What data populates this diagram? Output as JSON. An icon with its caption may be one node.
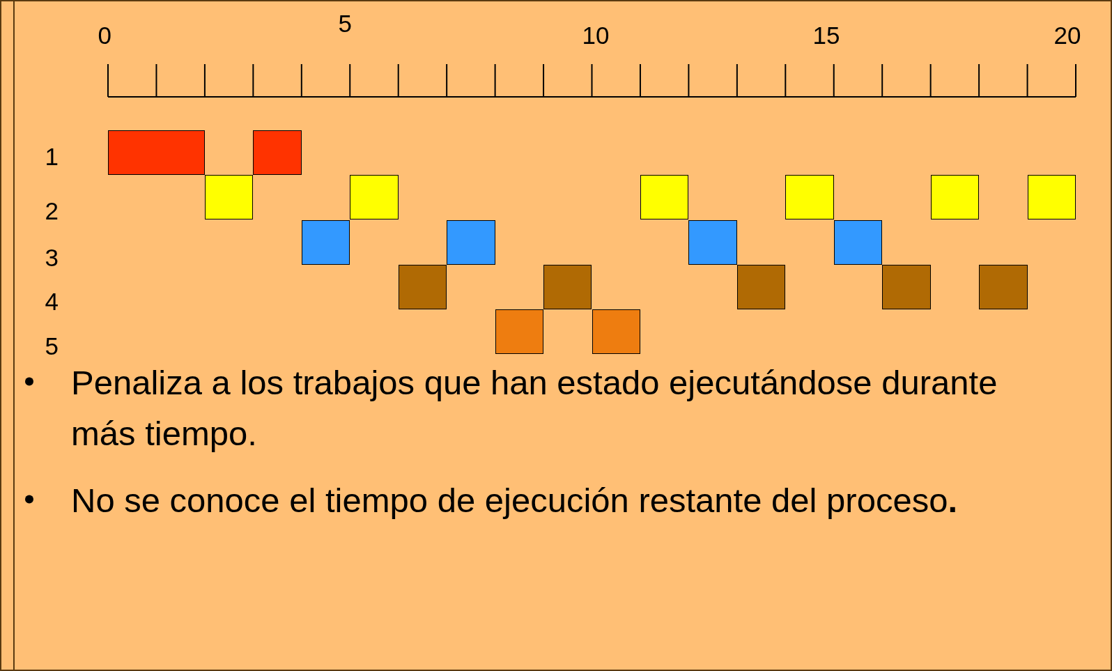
{
  "diagram": {
    "nodes": [
      {
        "text": [],
        "shape": "box"
      },
      {
        "text": [],
        "shape": "box"
      },
      {
        "text": [],
        "shape": "box"
      },
      {
        "text": [],
        "shape": "box"
      },
      {
        "text": [],
        "shape": "box"
      },
      {
        "text": [],
        "shape": "box"
      },
      {
        "text": [],
        "shape": "box"
      },
      {
        "text": [],
        "shape": "box"
      },
      {
        "text": [],
        "shape": "box"
      },
      {
        "text": [],
        "shape": "box"
      },
      {
        "text": [],
        "shape": "box"
      },
      {
        "text": [],
        "shape": "box"
      },
      {
        "text": [],
        "shape": "box"
      },
      {
        "text": [],
        "shape": "box"
      },
      {
        "text": [],
        "shape": "box"
      },
      {
        "text": [],
        "shape": "box"
      },
      {
        "text": [],
        "shape": "box"
      },
      {
        "text": [],
        "shape": "box"
      },
      {
        "text": [],
        "shape": "box"
      }
    ],
    "labels": [
      "0",
      "5",
      "10",
      "15",
      "20",
      "1",
      "2",
      "3",
      "4",
      "5",
      "Penaliza a los trabajos que han estado ejecutándose durante más tiempo.",
      "No se conoce el tiempo de ejecución restante del proceso**.**"
    ]
  }
}
